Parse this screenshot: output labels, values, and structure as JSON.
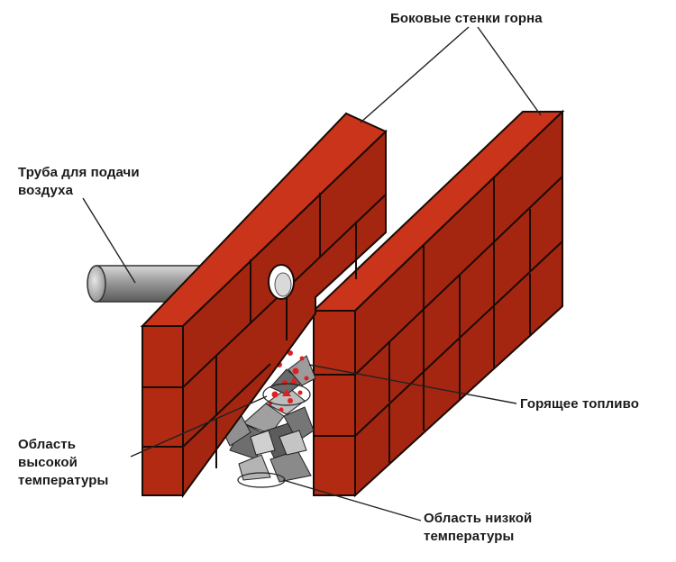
{
  "labels": {
    "side_walls": "Боковые стенки горна",
    "air_pipe": "Труба для подачи\nвоздуха",
    "burning_fuel": "Горящее топливо",
    "high_temp_zone": "Область\nвысокой\nтемпературы",
    "low_temp_zone": "Область низкой\nтемпературы"
  },
  "colors": {
    "brick_front": "#B32A12",
    "brick_top": "#C9341A",
    "brick_side": "#8E1E0C",
    "mortar": "#1a0a05",
    "pipe": "#9a9a9a",
    "flame": "#E02020",
    "rubble": "#7d7d7d"
  },
  "icons": {
    "pipe": "air-pipe-cylinder",
    "fuel": "coal-rubble-pile",
    "flame": "flame-sparks"
  }
}
